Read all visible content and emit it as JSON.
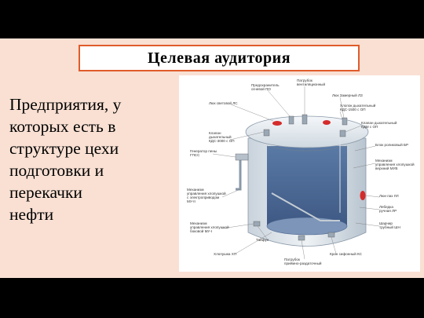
{
  "slide": {
    "title": "Целевая аудитория",
    "body_lines": [
      "Предприятия, у",
      "которых есть в",
      "структуре цехи",
      "подготовки и",
      "перекачки",
      "нефти"
    ]
  },
  "figure": {
    "labels": {
      "svetovoy_lyuk": "Люк световой ЛС",
      "predohranitel_1": "Предохранитель",
      "predohranitel_2": "огневой ПО",
      "patrubok_vent_1": "Патрубок",
      "patrubok_vent_2": "вентиляционный",
      "lyuk_zamerny": "Люк Замерный ЛЗ",
      "klapan_1": "Клапан",
      "klapan_2": "дыхательный",
      "klapan_3": "КДС-3000 с ОП",
      "khlopok_1": "Хлопок дыхательный",
      "khlopok_2": "КДС-1500 с ОП",
      "klapan_r_1": "Клапан дыхательный",
      "klapan_r_2": "КДМ с ОП",
      "generator_1": "Генератор пены",
      "generator_2": "ГПСС",
      "blok_1": "Блок роликовый БР",
      "mekh_r_1": "Механизм",
      "mekh_r_2": "управления хлопушкой",
      "mekh_r_3": "верхний МУВ",
      "mekh_l_1": "Механизм",
      "mekh_l_2": "управления хлопушкой",
      "mekh_l_3": "с электроприводом",
      "mekh_l_4": "МУ-II",
      "lyuk_laz": "Люк-лаз ЛЛ",
      "lebedka_1": "Лебедка",
      "lebedka_2": "ручная ЛР",
      "mekh_b_1": "Механизм",
      "mekh_b_2": "управления хлопушкой",
      "mekh_b_3": "боковой МУ-I",
      "sharnir_1": "Шарнир",
      "sharnir_2": "трубный ШН",
      "tayfun": "Тайфун",
      "khlopushka": "Хлопушка ХП",
      "kran": "Кран сифонный КС",
      "patrubok_pr_1": "Патрубок",
      "patrubok_pr_2": "приёмно-раздаточный"
    }
  }
}
